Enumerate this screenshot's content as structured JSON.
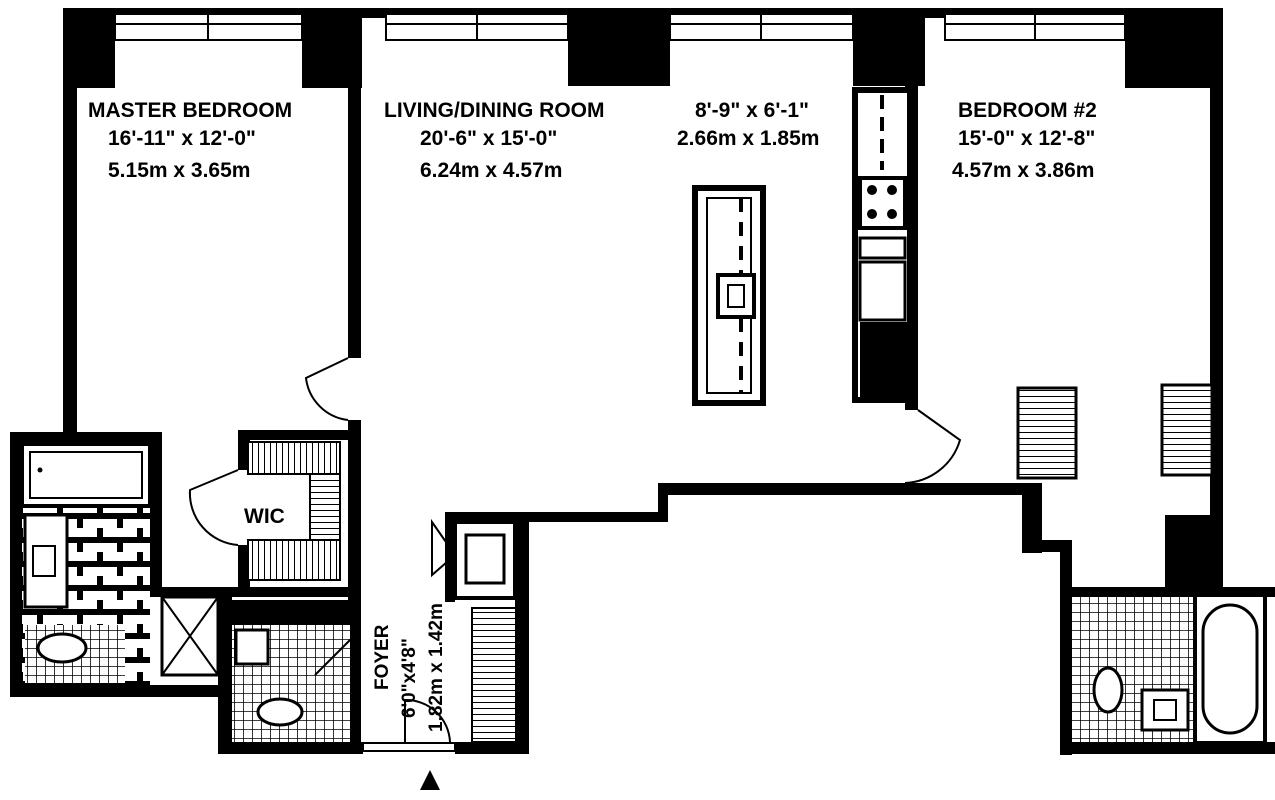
{
  "rooms": {
    "master_bedroom": {
      "name": "MASTER BEDROOM",
      "dim_ft": "16'-11\" x 12'-0\"",
      "dim_m": "5.15m x 3.65m"
    },
    "living_dining": {
      "name": "LIVING/DINING ROOM",
      "dim_ft": "20'-6\" x 15'-0\"",
      "dim_m": "6.24m x 4.57m"
    },
    "kitchen": {
      "dim_ft": "8'-9\" x 6'-1\"",
      "dim_m": "2.66m x 1.85m"
    },
    "bedroom_2": {
      "name": "BEDROOM #2",
      "dim_ft": "15'-0\" x 12'-8\"",
      "dim_m": "4.57m x 3.86m"
    },
    "wic": {
      "name": "WIC"
    },
    "foyer": {
      "name": "FOYER",
      "dim_ft": "6'0\"x4'8\"",
      "dim_m": "1.82m x 1.42m"
    }
  },
  "symbols": {
    "entry": "entry-arrow-icon",
    "range": "stove-icon",
    "sink": "sink-icon",
    "toilet": "toilet-icon",
    "bathtub": "bathtub-icon",
    "shower": "shower-icon",
    "closet": "closet-shelving-icon",
    "window": "window-icon",
    "door": "door-swing-icon"
  },
  "colors": {
    "ink": "#000000",
    "paper": "#ffffff"
  }
}
